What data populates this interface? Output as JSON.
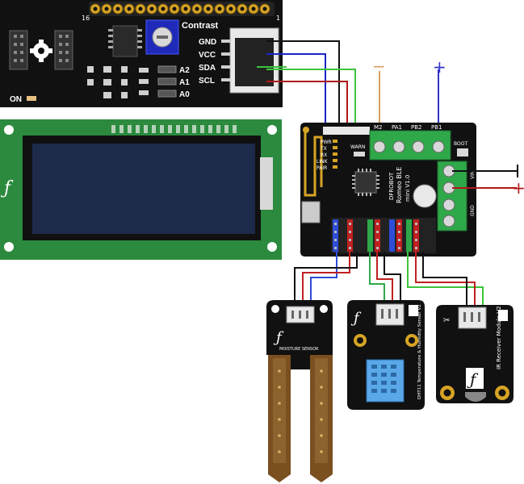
{
  "i2c_backpack": {
    "pin_header_number": "16",
    "pin_header_end": "1",
    "contrast_label": "Contrast",
    "pins": [
      "GND",
      "VCC",
      "SDA",
      "SCL"
    ],
    "address_jumpers": [
      "A2",
      "A1",
      "A0"
    ],
    "power_led_label": "ON"
  },
  "controller": {
    "name": "Romeo BLE",
    "model": "mini V1.0",
    "logo_text": "DFROBOT",
    "boot_label": "BOOT",
    "warn_label": "WARN",
    "status_leds": [
      "PWR",
      "TX",
      "RX",
      "LINK",
      "PAIR"
    ],
    "motor_terminals": [
      "M2",
      "PA1",
      "PB2",
      "PB1"
    ],
    "power_terminals": [
      "VIN",
      "GND"
    ],
    "polarity_minus": "−",
    "polarity_plus": "+"
  },
  "modules": {
    "moisture_sensor": "MOISTURE SENSOR",
    "dht11_sensor": "DHT11 Temperature & Humidity Sensor V2",
    "ir_receiver": "IR Receiver Module V2"
  },
  "colors": {
    "wire_black": "#111111",
    "wire_blue": "#1a24c8",
    "wire_green": "#3cc43c",
    "wire_red": "#b01818",
    "wire_orange": "#d9a066",
    "wire_purple_blue": "#3333cc",
    "terminal_green": "#2fa84a",
    "pcb_black": "#111111",
    "lcd_green": "#2b8a3e",
    "probe_brown": "#7a5020"
  }
}
